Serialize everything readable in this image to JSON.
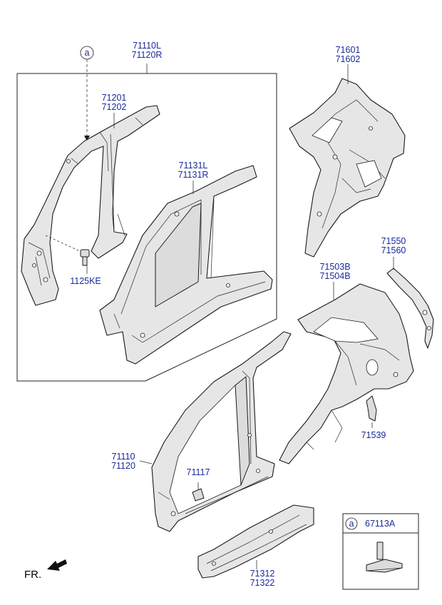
{
  "callouts": {
    "ref_a": "a",
    "assy_pillar_inner": [
      "71110L",
      "71120R"
    ],
    "reinf_a_pillar": [
      "71201",
      "71202"
    ],
    "pillar_inner_panel": [
      "71131L",
      "71131R"
    ],
    "bolt": "1125KE",
    "quarter_inner": [
      "71601",
      "71602"
    ],
    "quarter_panel": [
      "71503B",
      "71504B"
    ],
    "quarter_ext": [
      "71550",
      "71560"
    ],
    "side_outer": [
      "71110",
      "71120"
    ],
    "bracket": "71117",
    "small_piece": "71539",
    "side_sill": [
      "71312",
      "71322"
    ],
    "detail_box_ref": "a",
    "detail_box_part": "67113A"
  },
  "orientation": {
    "label": "FR."
  },
  "colors": {
    "part_number_text": "#1a2a9a",
    "line": "#1a1a1a",
    "part_fill": "#e6e6e6"
  }
}
